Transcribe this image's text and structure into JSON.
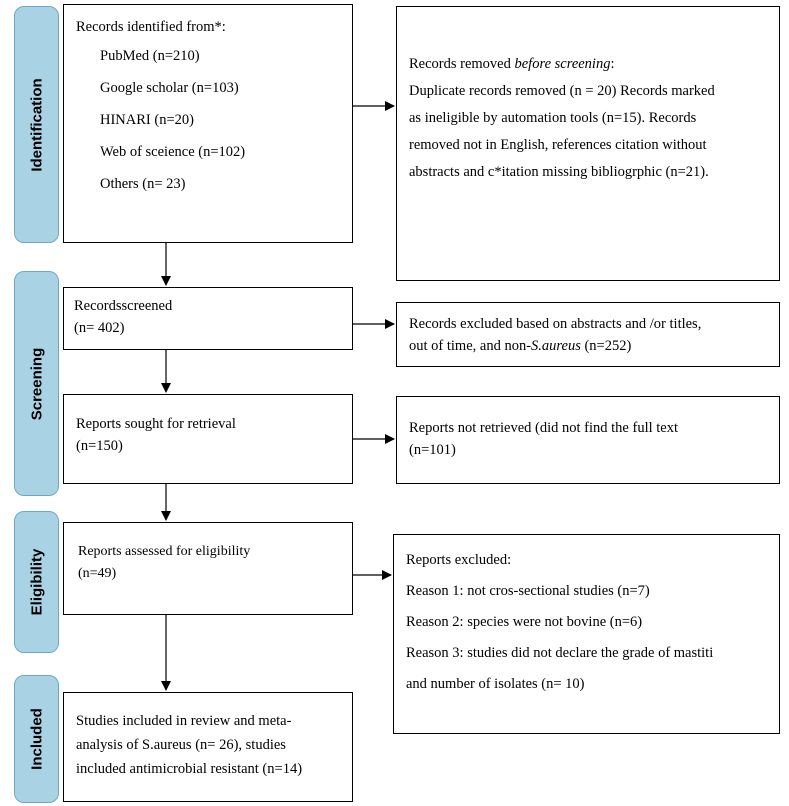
{
  "phases": {
    "identification": "Identification",
    "screening": "Screening",
    "eligibility": "Eligibility",
    "included": "Included"
  },
  "identified": {
    "heading": "Records identified from*:",
    "sources": [
      "PubMed (n=210)",
      "Google scholar (n=103)",
      "HINARI (n=20)",
      "Web of sceience (n=102)",
      "Others (n= 23)"
    ]
  },
  "removed": {
    "heading_prefix": "Records removed ",
    "heading_italic": "before screening",
    "heading_suffix": ":",
    "lines": [
      "Duplicate records removed (n = 20) Records marked",
      "as ineligible  by automation tools (n=15). Records",
      "removed not in English,  references citation without",
      "abstracts and c*itation missing bibliogrphic  (n=21)."
    ]
  },
  "screened": {
    "line1": "Recordsscreened",
    "line2": "(n= 402)"
  },
  "excluded_screen": {
    "line1": "Records excluded based on abstracts and /or titles,",
    "line2_prefix": "out of time, and non-",
    "line2_italic": "S.aureus",
    "line2_suffix": " (n=252)"
  },
  "sought": {
    "line1": "Reports sought for retrieval",
    "line2": "(n=150)"
  },
  "not_retrieved": {
    "line1": "Reports not retrieved (did not find the full text",
    "line2": "(n=101)"
  },
  "assessed": {
    "line1": "Reports assessed for eligibility",
    "line2": "(n=49)"
  },
  "reports_excluded": {
    "heading": "Reports excluded:",
    "reasons": [
      "Reason 1: not cros-sectional studies (n=7)",
      "Reason 2: species were not bovine (n=6)",
      "Reason 3: studies did not declare the grade of mastiti",
      "and number of isolates (n= 10)"
    ]
  },
  "included": {
    "lines": [
      "Studies included in review and meta-",
      "analysis of S.aureus (n= 26), studies",
      "included antimicrobial resistant (n=14)"
    ]
  }
}
